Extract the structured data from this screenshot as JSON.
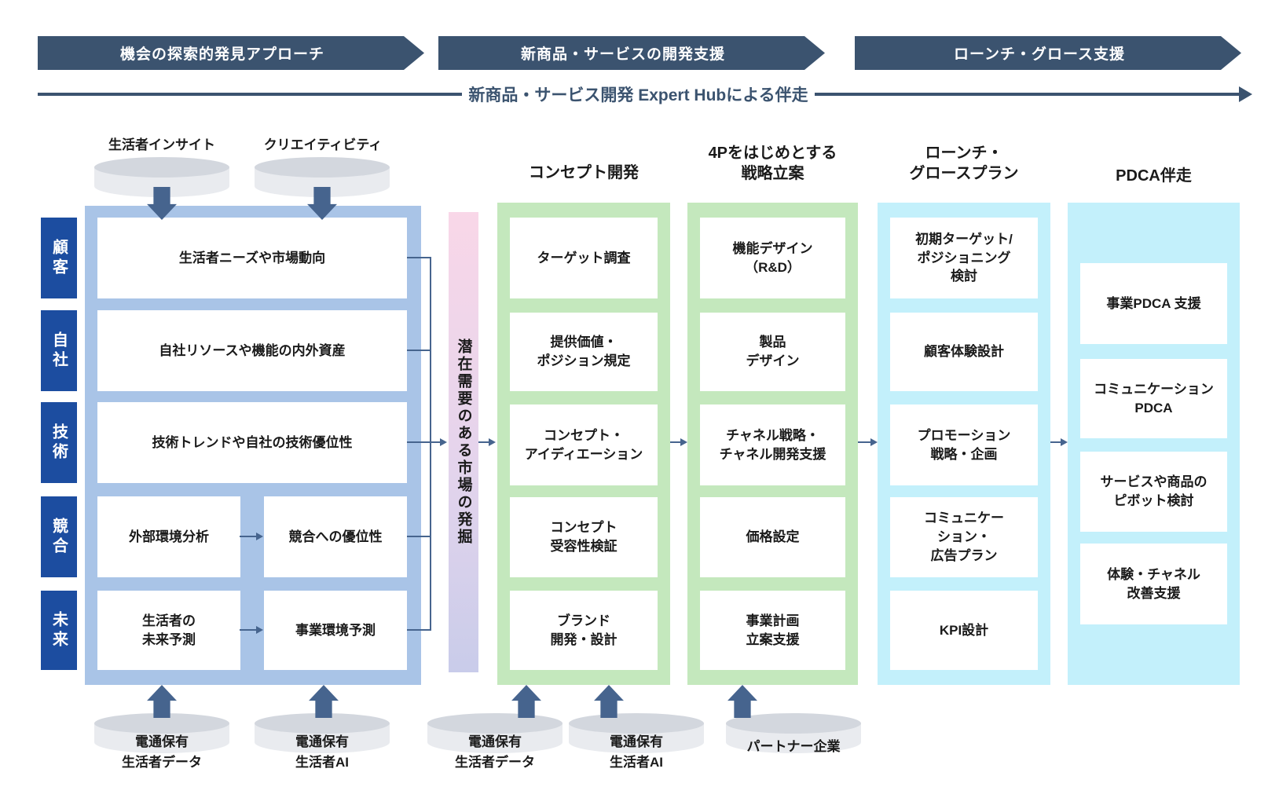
{
  "banners": [
    "機会の探索的発見アプローチ",
    "新商品・サービスの開発支援",
    "ローンチ・グロース支援"
  ],
  "timeline_label": "新商品・サービス開発 Expert Hubによる伴走",
  "left_panel": {
    "top_cylinders": [
      "生活者インサイト",
      "クリエイティビティ"
    ],
    "row_labels": [
      "顧客",
      "自社",
      "技術",
      "競合",
      "未来"
    ],
    "rows": [
      "生活者ニーズや市場動向",
      "自社リソースや機能の内外資産",
      "技術トレンドや自社の技術優位性"
    ],
    "competitor_row": {
      "left": "外部環境分析",
      "right": "競合への優位性"
    },
    "future_row": {
      "left": "生活者の\n未来予測",
      "right": "事業環境予測"
    },
    "bottom_cylinders": [
      "電通保有\n生活者データ",
      "電通保有\n生活者AI"
    ]
  },
  "funnel_label": "潜在需要のある市場の発掘",
  "columns": [
    {
      "title": "コンセプト開発",
      "boxes": [
        "ターゲット調査",
        "提供価値・\nポジション規定",
        "コンセプト・\nアイディエーション",
        "コンセプト\n受容性検証",
        "ブランド\n開発・設計"
      ]
    },
    {
      "title": "4Pをはじめとする\n戦略立案",
      "boxes": [
        "機能デザイン\n（R&D）",
        "製品\nデザイン",
        "チャネル戦略・\nチャネル開発支援",
        "価格設定",
        "事業計画\n立案支援"
      ]
    },
    {
      "title": "ローンチ・\nグロースプラン",
      "boxes": [
        "初期ターゲット/\nポジショニング\n検討",
        "顧客体験設計",
        "プロモーション\n戦略・企画",
        "コミュニケー\nション・\n広告プラン",
        "KPI設計"
      ]
    },
    {
      "title": "PDCA伴走",
      "boxes": [
        "事業PDCA 支援",
        "コミュニケーション\nPDCA",
        "サービスや商品の\nピボット検討",
        "体験・チャネル\n改善支援"
      ]
    }
  ],
  "bottom_cylinders_mid": [
    "電通保有\n生活者データ",
    "電通保有\n生活者AI",
    "パートナー企業"
  ],
  "colors": {
    "banner_navy": "#3b536f",
    "arrow_blue": "#46648e",
    "category_blue": "#1c4da0",
    "panel_blue": "#a9c4e7",
    "panel_green": "#c4e8bd",
    "panel_cyan": "#c3f0fb",
    "funnel_pink": "#f9d7e8",
    "funnel_lavender": "#c9ccea",
    "cylinder_gray": "#e9ebef"
  }
}
